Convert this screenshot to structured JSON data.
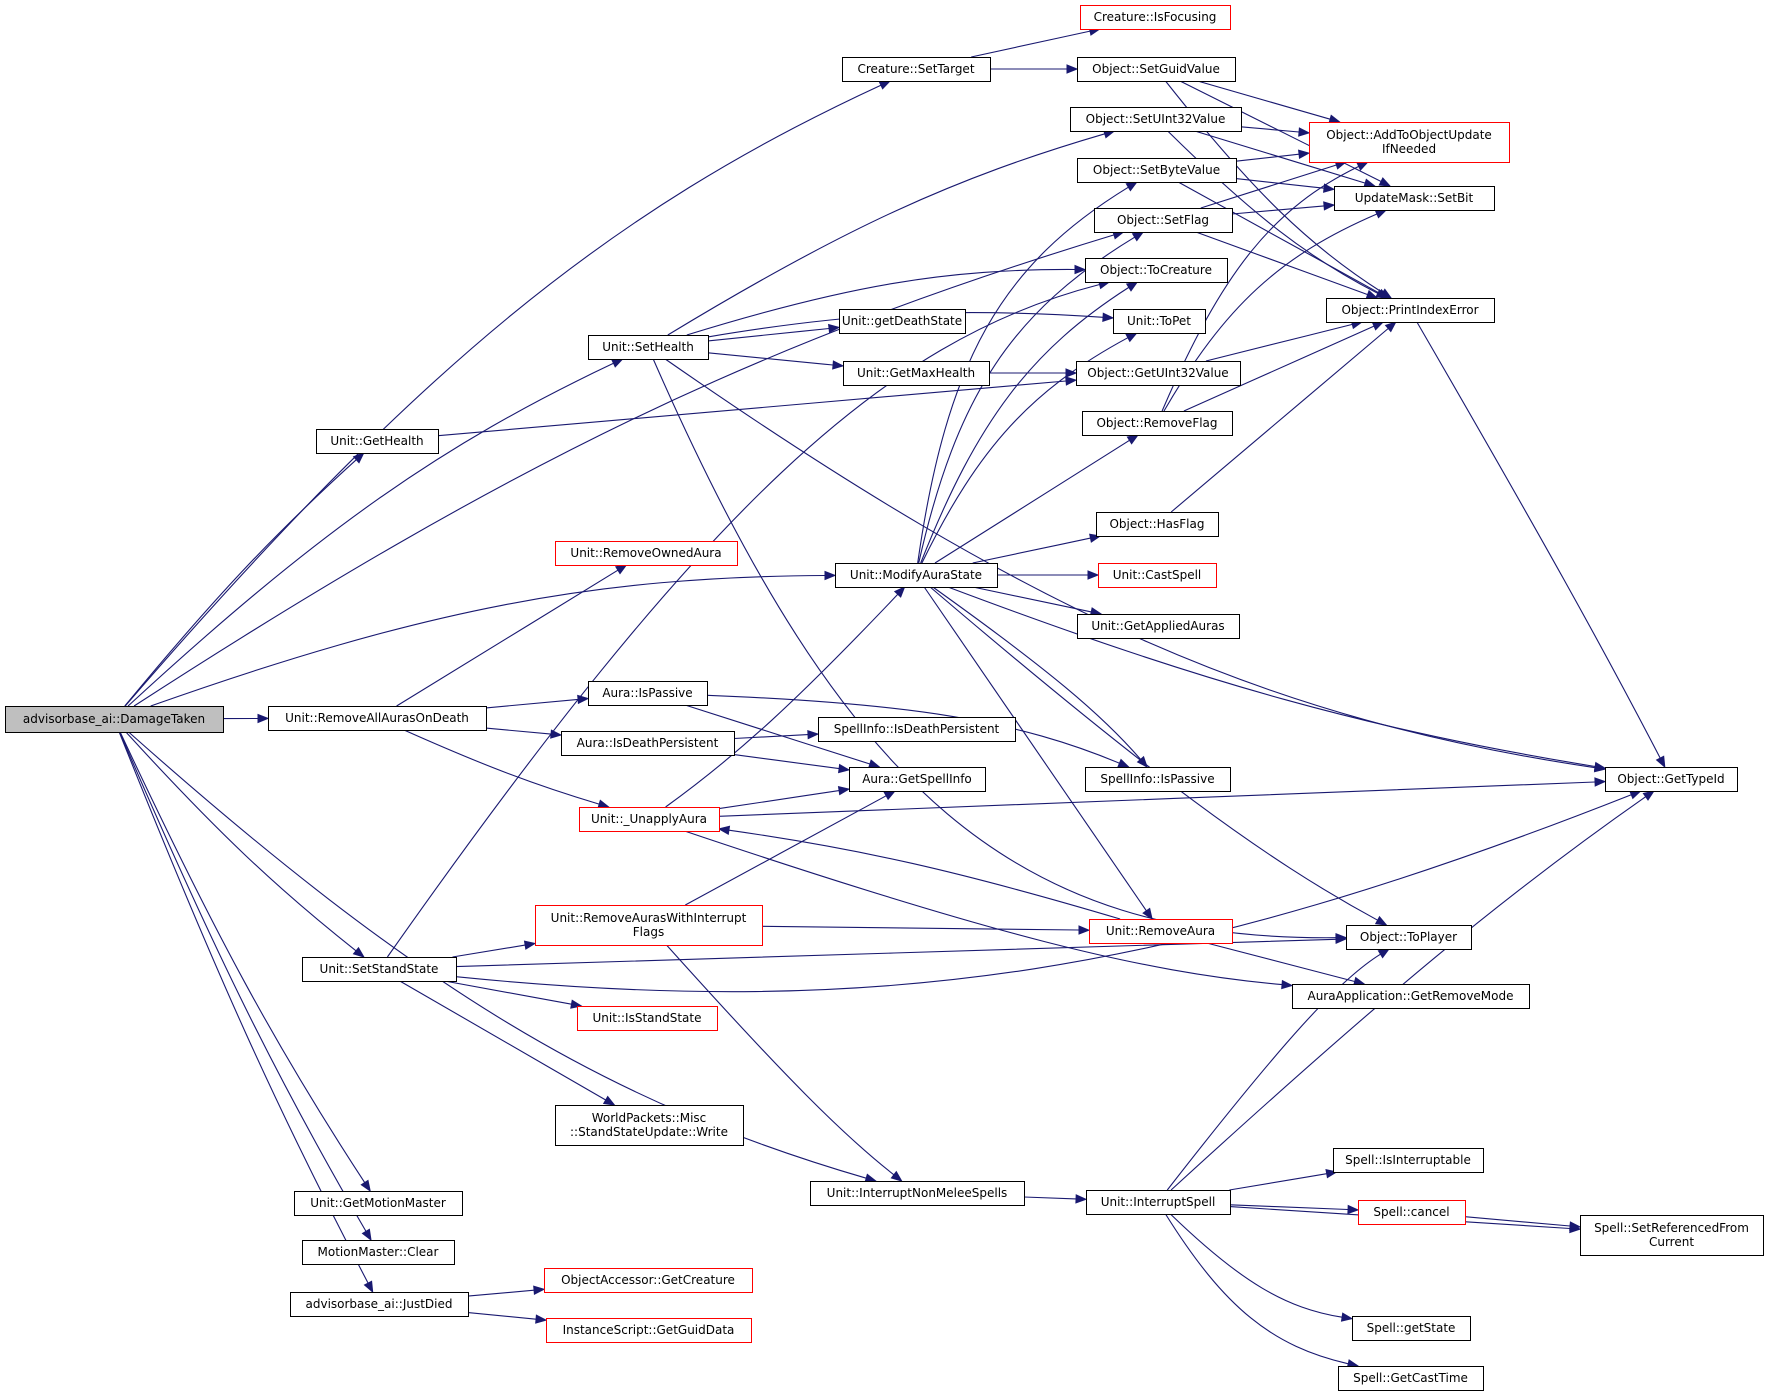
{
  "colors": {
    "edge": "#191970",
    "root_fill": "#bfbfbf",
    "red_border": "#ff0000",
    "node_border": "#000000"
  },
  "nodes": [
    {
      "id": "root",
      "lines": [
        "advisorbase_ai::DamageTaken"
      ],
      "style": "root"
    },
    {
      "id": "setTarget",
      "lines": [
        "Creature::SetTarget"
      ]
    },
    {
      "id": "isFocusing",
      "lines": [
        "Creature::IsFocusing"
      ],
      "style": "red"
    },
    {
      "id": "setGuid",
      "lines": [
        "Object::SetGuidValue"
      ]
    },
    {
      "id": "setUInt32",
      "lines": [
        "Object::SetUInt32Value"
      ]
    },
    {
      "id": "addUpdate",
      "lines": [
        "Object::AddToObjectUpdate",
        "IfNeeded"
      ],
      "style": "red"
    },
    {
      "id": "setByte",
      "lines": [
        "Object::SetByteValue"
      ]
    },
    {
      "id": "setBit",
      "lines": [
        "UpdateMask::SetBit"
      ]
    },
    {
      "id": "setFlag",
      "lines": [
        "Object::SetFlag"
      ]
    },
    {
      "id": "toCreature",
      "lines": [
        "Object::ToCreature"
      ]
    },
    {
      "id": "printIdx",
      "lines": [
        "Object::PrintIndexError"
      ]
    },
    {
      "id": "toPet",
      "lines": [
        "Unit::ToPet"
      ]
    },
    {
      "id": "getDeath",
      "lines": [
        "Unit::getDeathState"
      ]
    },
    {
      "id": "setHealth",
      "lines": [
        "Unit::SetHealth"
      ]
    },
    {
      "id": "getMaxHealth",
      "lines": [
        "Unit::GetMaxHealth"
      ]
    },
    {
      "id": "getUInt32",
      "lines": [
        "Object::GetUInt32Value"
      ]
    },
    {
      "id": "getHealth",
      "lines": [
        "Unit::GetHealth"
      ]
    },
    {
      "id": "removeFlag",
      "lines": [
        "Object::RemoveFlag"
      ]
    },
    {
      "id": "hasFlag",
      "lines": [
        "Object::HasFlag"
      ]
    },
    {
      "id": "removeOwned",
      "lines": [
        "Unit::RemoveOwnedAura"
      ],
      "style": "red"
    },
    {
      "id": "modifyAura",
      "lines": [
        "Unit::ModifyAuraState"
      ]
    },
    {
      "id": "castSpell",
      "lines": [
        "Unit::CastSpell"
      ],
      "style": "red"
    },
    {
      "id": "getApplied",
      "lines": [
        "Unit::GetAppliedAuras"
      ]
    },
    {
      "id": "isPassive",
      "lines": [
        "Aura::IsPassive"
      ]
    },
    {
      "id": "removeAllDeath",
      "lines": [
        "Unit::RemoveAllAurasOnDeath"
      ]
    },
    {
      "id": "isDeathPersistent",
      "lines": [
        "Aura::IsDeathPersistent"
      ]
    },
    {
      "id": "siIsDeathPersistent",
      "lines": [
        "SpellInfo::IsDeathPersistent"
      ]
    },
    {
      "id": "getSpellInfo",
      "lines": [
        "Aura::GetSpellInfo"
      ]
    },
    {
      "id": "siIsPassive",
      "lines": [
        "SpellInfo::IsPassive"
      ]
    },
    {
      "id": "getTypeId",
      "lines": [
        "Object::GetTypeId"
      ]
    },
    {
      "id": "unapplyAura",
      "lines": [
        "Unit::_UnapplyAura"
      ],
      "style": "red"
    },
    {
      "id": "removeInterrupt",
      "lines": [
        "Unit::RemoveAurasWithInterrupt",
        "Flags"
      ],
      "style": "red"
    },
    {
      "id": "removeAura",
      "lines": [
        "Unit::RemoveAura"
      ],
      "style": "red"
    },
    {
      "id": "toPlayer",
      "lines": [
        "Object::ToPlayer"
      ]
    },
    {
      "id": "setStand",
      "lines": [
        "Unit::SetStandState"
      ]
    },
    {
      "id": "getRemoveMode",
      "lines": [
        "AuraApplication::GetRemoveMode"
      ]
    },
    {
      "id": "isStand",
      "lines": [
        "Unit::IsStandState"
      ],
      "style": "red"
    },
    {
      "id": "wpWrite",
      "lines": [
        "WorldPackets::Misc",
        "::StandStateUpdate::Write"
      ]
    },
    {
      "id": "isInterruptable",
      "lines": [
        "Spell::IsInterruptable"
      ]
    },
    {
      "id": "interruptNonMelee",
      "lines": [
        "Unit::InterruptNonMeleeSpells"
      ]
    },
    {
      "id": "interruptSpell",
      "lines": [
        "Unit::InterruptSpell"
      ]
    },
    {
      "id": "getMotion",
      "lines": [
        "Unit::GetMotionMaster"
      ]
    },
    {
      "id": "cancel",
      "lines": [
        "Spell::cancel"
      ],
      "style": "red"
    },
    {
      "id": "setRefCurrent",
      "lines": [
        "Spell::SetReferencedFrom",
        "Current"
      ]
    },
    {
      "id": "mmClear",
      "lines": [
        "MotionMaster::Clear"
      ]
    },
    {
      "id": "getCreature",
      "lines": [
        "ObjectAccessor::GetCreature"
      ],
      "style": "red"
    },
    {
      "id": "justDied",
      "lines": [
        "advisorbase_ai::JustDied"
      ]
    },
    {
      "id": "getGuidData",
      "lines": [
        "InstanceScript::GetGuidData"
      ],
      "style": "red"
    },
    {
      "id": "getState",
      "lines": [
        "Spell::getState"
      ]
    },
    {
      "id": "getCastTime",
      "lines": [
        "Spell::GetCastTime"
      ]
    }
  ],
  "edges": [
    [
      "root",
      "setTarget"
    ],
    [
      "root",
      "setFlag"
    ],
    [
      "root",
      "setHealth"
    ],
    [
      "root",
      "getHealth"
    ],
    [
      "root",
      "modifyAura"
    ],
    [
      "root",
      "removeAllDeath"
    ],
    [
      "root",
      "setStand"
    ],
    [
      "root",
      "interruptNonMelee"
    ],
    [
      "root",
      "getMotion"
    ],
    [
      "root",
      "mmClear"
    ],
    [
      "root",
      "justDied"
    ],
    [
      "setTarget",
      "isFocusing"
    ],
    [
      "setTarget",
      "setGuid"
    ],
    [
      "setGuid",
      "addUpdate"
    ],
    [
      "setGuid",
      "setBit"
    ],
    [
      "setGuid",
      "printIdx"
    ],
    [
      "setUInt32",
      "addUpdate"
    ],
    [
      "setUInt32",
      "setBit"
    ],
    [
      "setUInt32",
      "printIdx"
    ],
    [
      "setByte",
      "addUpdate"
    ],
    [
      "setByte",
      "setBit"
    ],
    [
      "setByte",
      "printIdx"
    ],
    [
      "setFlag",
      "addUpdate"
    ],
    [
      "setFlag",
      "setBit"
    ],
    [
      "setFlag",
      "printIdx"
    ],
    [
      "setHealth",
      "setUInt32"
    ],
    [
      "setHealth",
      "toCreature"
    ],
    [
      "setHealth",
      "toPet"
    ],
    [
      "setHealth",
      "getDeath"
    ],
    [
      "setHealth",
      "getMaxHealth"
    ],
    [
      "setHealth",
      "getTypeId"
    ],
    [
      "setHealth",
      "toPlayer"
    ],
    [
      "getMaxHealth",
      "getUInt32"
    ],
    [
      "getHealth",
      "getUInt32"
    ],
    [
      "getUInt32",
      "printIdx"
    ],
    [
      "removeFlag",
      "addUpdate"
    ],
    [
      "removeFlag",
      "setBit"
    ],
    [
      "removeFlag",
      "printIdx"
    ],
    [
      "hasFlag",
      "printIdx"
    ],
    [
      "printIdx",
      "getTypeId"
    ],
    [
      "modifyAura",
      "setByte"
    ],
    [
      "modifyAura",
      "setFlag"
    ],
    [
      "modifyAura",
      "toCreature"
    ],
    [
      "modifyAura",
      "toPet"
    ],
    [
      "modifyAura",
      "removeFlag"
    ],
    [
      "modifyAura",
      "hasFlag"
    ],
    [
      "modifyAura",
      "castSpell"
    ],
    [
      "modifyAura",
      "getApplied"
    ],
    [
      "modifyAura",
      "siIsPassive"
    ],
    [
      "modifyAura",
      "getTypeId"
    ],
    [
      "modifyAura",
      "toPlayer"
    ],
    [
      "modifyAura",
      "removeAura"
    ],
    [
      "removeAllDeath",
      "removeOwned"
    ],
    [
      "removeAllDeath",
      "isPassive"
    ],
    [
      "removeAllDeath",
      "isDeathPersistent"
    ],
    [
      "removeAllDeath",
      "unapplyAura"
    ],
    [
      "isPassive",
      "siIsPassive"
    ],
    [
      "isPassive",
      "getSpellInfo"
    ],
    [
      "isDeathPersistent",
      "siIsDeathPersistent"
    ],
    [
      "isDeathPersistent",
      "getSpellInfo"
    ],
    [
      "unapplyAura",
      "modifyAura"
    ],
    [
      "unapplyAura",
      "getSpellInfo"
    ],
    [
      "unapplyAura",
      "getTypeId"
    ],
    [
      "unapplyAura",
      "getRemoveMode"
    ],
    [
      "removeInterrupt",
      "getSpellInfo"
    ],
    [
      "removeInterrupt",
      "removeAura"
    ],
    [
      "removeInterrupt",
      "interruptNonMelee"
    ],
    [
      "removeAura",
      "unapplyAura"
    ],
    [
      "removeAura",
      "getRemoveMode"
    ],
    [
      "setStand",
      "toCreature"
    ],
    [
      "setStand",
      "removeInterrupt"
    ],
    [
      "setStand",
      "toPlayer"
    ],
    [
      "setStand",
      "isStand"
    ],
    [
      "setStand",
      "getTypeId"
    ],
    [
      "setStand",
      "wpWrite"
    ],
    [
      "interruptNonMelee",
      "interruptSpell"
    ],
    [
      "interruptSpell",
      "toPlayer"
    ],
    [
      "interruptSpell",
      "getTypeId"
    ],
    [
      "interruptSpell",
      "isInterruptable"
    ],
    [
      "interruptSpell",
      "cancel"
    ],
    [
      "interruptSpell",
      "setRefCurrent"
    ],
    [
      "interruptSpell",
      "getState"
    ],
    [
      "interruptSpell",
      "getCastTime"
    ],
    [
      "cancel",
      "setRefCurrent"
    ],
    [
      "justDied",
      "getCreature"
    ],
    [
      "justDied",
      "getGuidData"
    ]
  ]
}
